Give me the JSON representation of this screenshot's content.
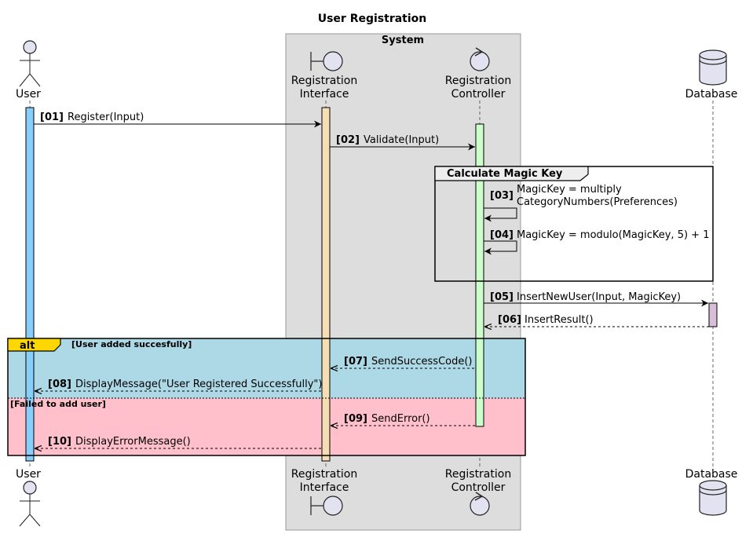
{
  "title": "User Registration",
  "system_box": {
    "title": "System"
  },
  "participants": {
    "user": {
      "name": "User"
    },
    "interface": {
      "name_line1": "Registration",
      "name_line2": "Interface"
    },
    "controller": {
      "name_line1": "Registration",
      "name_line2": "Controller"
    },
    "database": {
      "name": "Database"
    }
  },
  "activation_colors": {
    "user": "#87cefa",
    "interface": "#f5deb3",
    "controller": "#ccffcc",
    "database": "#d8bfd8"
  },
  "group": {
    "label": "Calculate Magic Key"
  },
  "alt": {
    "keyword": "alt",
    "condition1": "[User added succesfully]",
    "condition2": "[Failed to add user]",
    "color1": "#add8e6",
    "color2": "#ffc0cb",
    "keyword_color": "#ffd700"
  },
  "messages": [
    {
      "num": "[01]",
      "text": "Register(Input)"
    },
    {
      "num": "[02]",
      "text": "Validate(Input)"
    },
    {
      "num": "[03]",
      "text_line1": "MagicKey = multiply",
      "text_line2": "CategoryNumbers(Preferences)"
    },
    {
      "num": "[04]",
      "text": "MagicKey = modulo(MagicKey, 5) + 1"
    },
    {
      "num": "[05]",
      "text": "InsertNewUser(Input, MagicKey)"
    },
    {
      "num": "[06]",
      "text": "InsertResult()"
    },
    {
      "num": "[07]",
      "text": "SendSuccessCode()"
    },
    {
      "num": "[08]",
      "text": "DisplayMessage(\"User Registered Successfully\")"
    },
    {
      "num": "[09]",
      "text": "SendError()"
    },
    {
      "num": "[10]",
      "text": "DisplayErrorMessage()"
    }
  ]
}
